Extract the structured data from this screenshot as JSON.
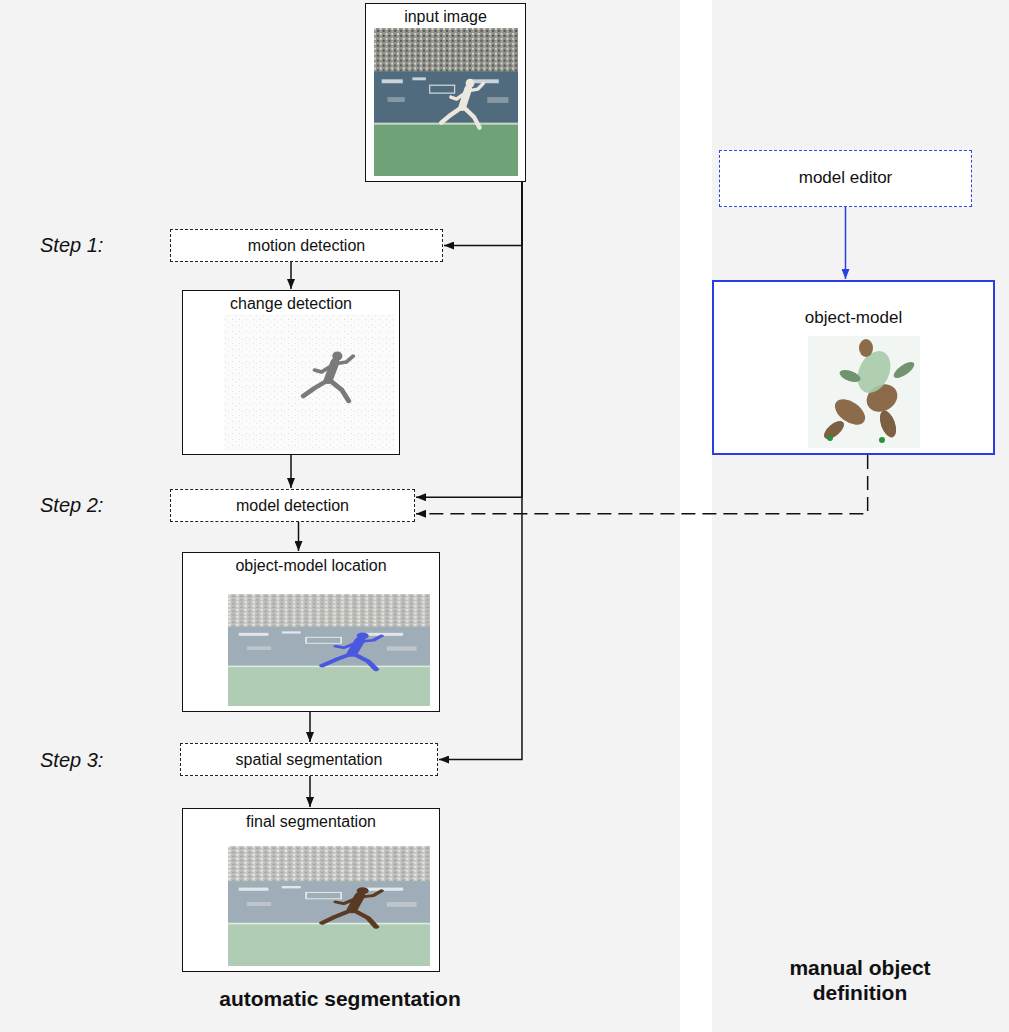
{
  "diagram": {
    "nodes": [
      {
        "text": [
          "input image"
        ]
      },
      {
        "text": [
          "motion detection"
        ]
      },
      {
        "text": [
          "change detection"
        ]
      },
      {
        "text": [
          "model detection"
        ]
      },
      {
        "text": [
          "object-model location"
        ]
      },
      {
        "text": [
          "spatial segmentation"
        ]
      },
      {
        "text": [
          "final segmentation"
        ]
      },
      {
        "text": [
          "model editor"
        ]
      },
      {
        "text": [
          "object-model"
        ]
      }
    ],
    "edges": [
      {
        "from": 0,
        "to": 1,
        "arrow": "to"
      },
      {
        "from": 1,
        "to": 2,
        "arrow": "to"
      },
      {
        "from": 0,
        "to": 3,
        "arrow": "to"
      },
      {
        "from": 2,
        "to": 3,
        "arrow": "to"
      },
      {
        "from": 8,
        "to": 3,
        "arrow": "to"
      },
      {
        "from": 3,
        "to": 4,
        "arrow": "to"
      },
      {
        "from": 0,
        "to": 5,
        "arrow": "to"
      },
      {
        "from": 4,
        "to": 5,
        "arrow": "to"
      },
      {
        "from": 5,
        "to": 6,
        "arrow": "to"
      },
      {
        "from": 7,
        "to": 8,
        "arrow": "to"
      }
    ],
    "labels": [
      "Step 1:",
      "Step 2:",
      "Step 3:",
      "automatic segmentation",
      "manual object definition"
    ]
  }
}
